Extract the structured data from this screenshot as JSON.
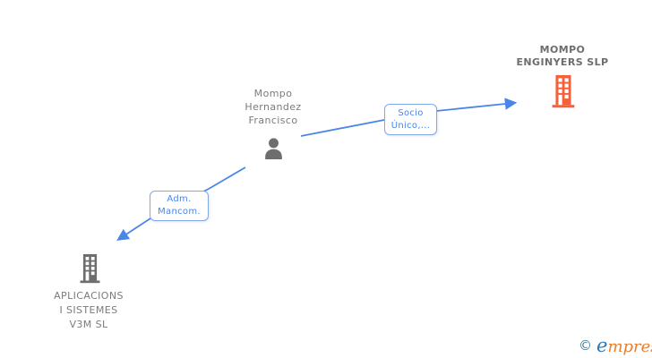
{
  "diagram": {
    "person": {
      "name": "Mompo\nHernandez\nFrancisco",
      "icon": "person-icon"
    },
    "companies": [
      {
        "name": "MOMPO\nENGINYERS SLP",
        "icon": "building-icon",
        "icon_color": "#f4613a",
        "position": "top-right"
      },
      {
        "name": "APLICACIONS\nI SISTEMES\nV3M SL",
        "icon": "building-icon",
        "icon_color": "#6e6e6e",
        "position": "bottom-left"
      }
    ],
    "relations": [
      {
        "label": "Socio\nÚnico,...",
        "from": "Mompo Hernandez Francisco",
        "to": "MOMPO ENGINYERS SLP"
      },
      {
        "label": "Adm.\nMancom.",
        "from": "Mompo Hernandez Francisco",
        "to": "APLICACIONS I SISTEMES V3M SL"
      }
    ],
    "colors": {
      "arrow_blue": "#4a86e8",
      "label_border_blue": "#82a8ec",
      "label_text_blue": "#4a86e8",
      "icon_gray": "#6e6e6e",
      "text_gray": "#7b7b7b",
      "building_orange": "#f4613a"
    }
  },
  "footer": {
    "copyright_symbol": "©",
    "brand_initial": "e",
    "brand_rest": "mpresia"
  }
}
